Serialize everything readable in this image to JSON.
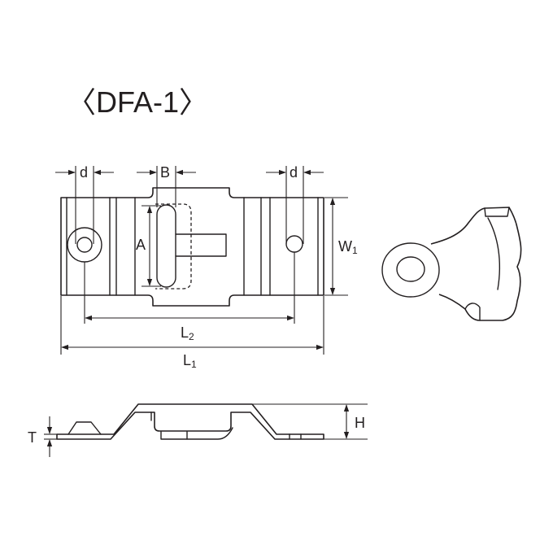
{
  "title": "〈DFA-1〉",
  "labels": {
    "d_left": "d",
    "b": "B",
    "d_right": "d",
    "a": "A",
    "w1_main": "W",
    "w1_sub": "1",
    "l2_main": "L",
    "l2_sub": "2",
    "l1_main": "L",
    "l1_sub": "1",
    "t": "T",
    "h": "H"
  }
}
